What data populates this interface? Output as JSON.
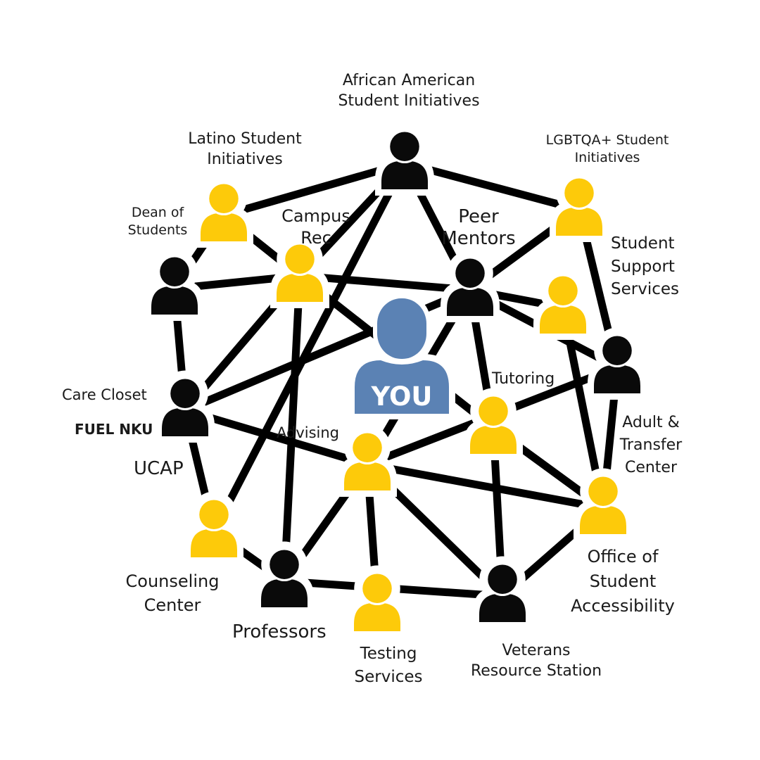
{
  "colors": {
    "black": "#0a0a0a",
    "yellow": "#FDCA0A",
    "you": "#5B82B4",
    "edge": "#000000"
  },
  "you_label": "YOU",
  "nodes": [
    {
      "id": "african-american",
      "color": "black",
      "lines": [
        "African American",
        "Student Initiatives"
      ]
    },
    {
      "id": "latino",
      "color": "yellow",
      "lines": [
        "Latino Student",
        "Initiatives"
      ]
    },
    {
      "id": "lgbtqa",
      "color": "yellow",
      "lines": [
        "LGBTQA+ Student",
        "Initiatives"
      ]
    },
    {
      "id": "dean",
      "color": "black",
      "lines": [
        "Dean of",
        "Students"
      ]
    },
    {
      "id": "campus-rec",
      "color": "yellow",
      "lines": [
        "Campus",
        "Rec"
      ]
    },
    {
      "id": "peer-mentors",
      "color": "black",
      "lines": [
        "Peer",
        "Mentors"
      ]
    },
    {
      "id": "student-support",
      "color": "yellow",
      "lines": [
        "Student",
        "Support",
        "Services"
      ]
    },
    {
      "id": "adult-transfer",
      "color": "black",
      "lines": [
        "Adult &",
        "Transfer",
        "Center"
      ]
    },
    {
      "id": "care-fuel",
      "color": "black",
      "lines": [
        "Care Closet",
        "FUEL NKU",
        "UCAP"
      ]
    },
    {
      "id": "tutoring",
      "color": "yellow",
      "lines": [
        "Tutoring"
      ]
    },
    {
      "id": "advising",
      "color": "yellow",
      "lines": [
        "Advising"
      ]
    },
    {
      "id": "counseling",
      "color": "yellow",
      "lines": [
        "Counseling",
        "Center"
      ]
    },
    {
      "id": "professors",
      "color": "black",
      "lines": [
        "Professors"
      ]
    },
    {
      "id": "testing",
      "color": "yellow",
      "lines": [
        "Testing",
        "Services"
      ]
    },
    {
      "id": "veterans",
      "color": "black",
      "lines": [
        "Veterans",
        "Resource Station"
      ]
    },
    {
      "id": "accessibility",
      "color": "yellow",
      "lines": [
        "Office of",
        "Student",
        "Accessibility"
      ]
    }
  ],
  "connections": [
    [
      "african-american",
      "latino"
    ],
    [
      "african-american",
      "campus-rec"
    ],
    [
      "african-american",
      "peer-mentors"
    ],
    [
      "african-american",
      "lgbtqa"
    ],
    [
      "african-american",
      "counseling"
    ],
    [
      "latino",
      "campus-rec"
    ],
    [
      "latino",
      "dean"
    ],
    [
      "dean",
      "campus-rec"
    ],
    [
      "dean",
      "care-fuel"
    ],
    [
      "campus-rec",
      "peer-mentors"
    ],
    [
      "campus-rec",
      "care-fuel"
    ],
    [
      "campus-rec",
      "tutoring"
    ],
    [
      "campus-rec",
      "professors"
    ],
    [
      "peer-mentors",
      "student-support"
    ],
    [
      "peer-mentors",
      "adult-transfer"
    ],
    [
      "peer-mentors",
      "care-fuel"
    ],
    [
      "peer-mentors",
      "tutoring"
    ],
    [
      "peer-mentors",
      "advising"
    ],
    [
      "lgbtqa",
      "peer-mentors"
    ],
    [
      "lgbtqa",
      "adult-transfer"
    ],
    [
      "student-support",
      "accessibility"
    ],
    [
      "adult-transfer",
      "accessibility"
    ],
    [
      "adult-transfer",
      "advising"
    ],
    [
      "care-fuel",
      "advising"
    ],
    [
      "care-fuel",
      "counseling"
    ],
    [
      "tutoring",
      "accessibility"
    ],
    [
      "tutoring",
      "veterans"
    ],
    [
      "advising",
      "professors"
    ],
    [
      "advising",
      "testing"
    ],
    [
      "advising",
      "veterans"
    ],
    [
      "advising",
      "accessibility"
    ],
    [
      "counseling",
      "professors"
    ],
    [
      "professors",
      "veterans"
    ],
    [
      "veterans",
      "accessibility"
    ]
  ]
}
